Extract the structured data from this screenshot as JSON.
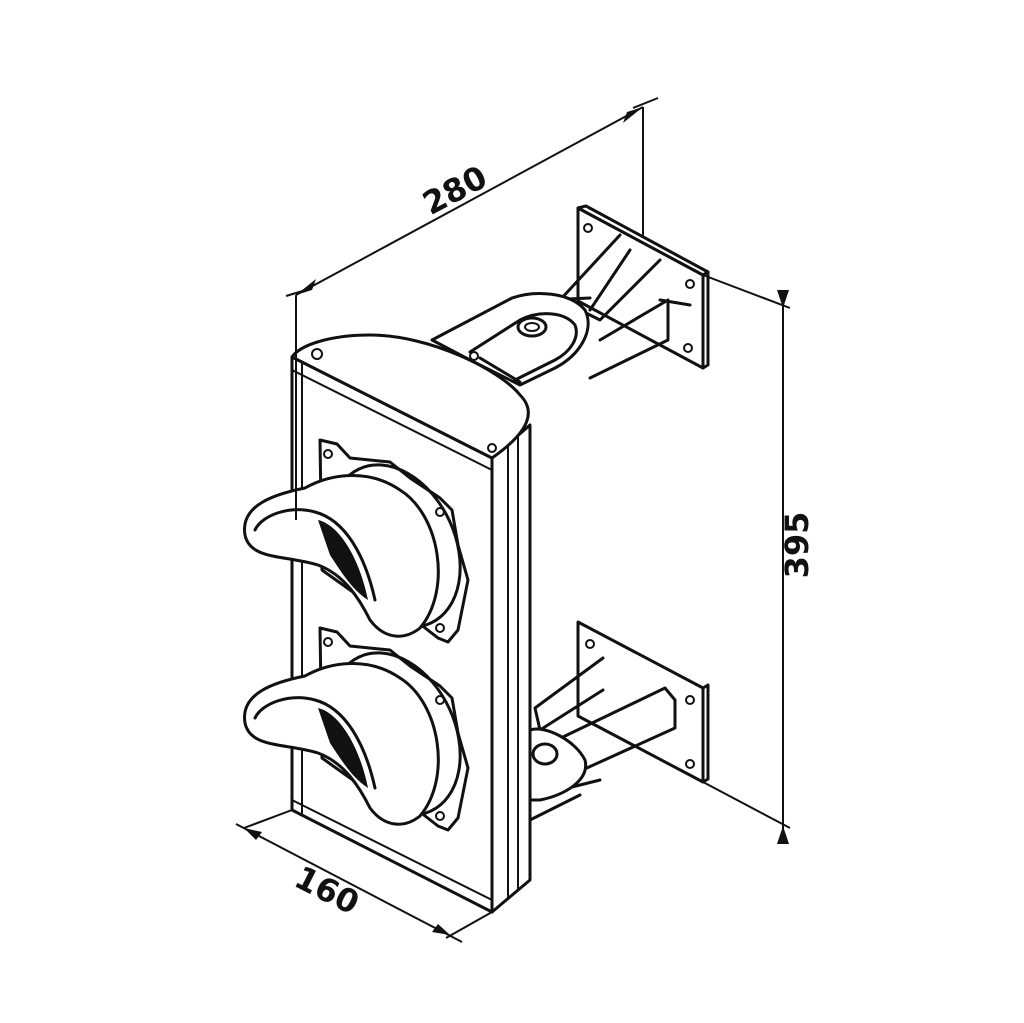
{
  "dimensions": {
    "depth": "280",
    "height": "395",
    "width": "160"
  },
  "colors": {
    "line": "#111111",
    "background": "#ffffff"
  }
}
